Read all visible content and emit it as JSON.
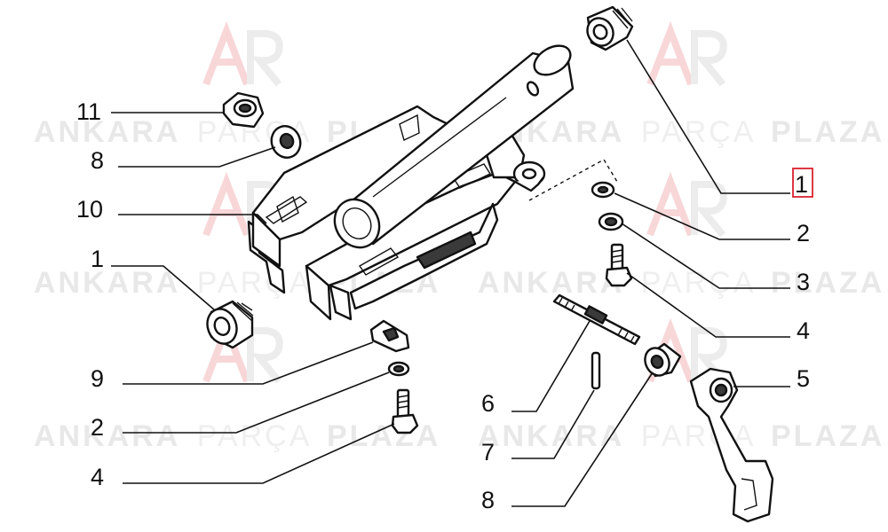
{
  "watermark": {
    "word_bold_1": "ANKARA",
    "word_light": "PARÇA",
    "word_bold_2": "PLAZA"
  },
  "callouts": {
    "c1_top": "1",
    "c2_right": "2",
    "c3_right": "3",
    "c4_right": "4",
    "c5_right": "5",
    "c6": "6",
    "c7": "7",
    "c8_bottom": "8",
    "c11": "11",
    "c8_left": "8",
    "c10": "10",
    "c1_left": "1",
    "c9": "9",
    "c2_left": "2",
    "c4_left": "4"
  },
  "highlight_color": "#d9232d"
}
